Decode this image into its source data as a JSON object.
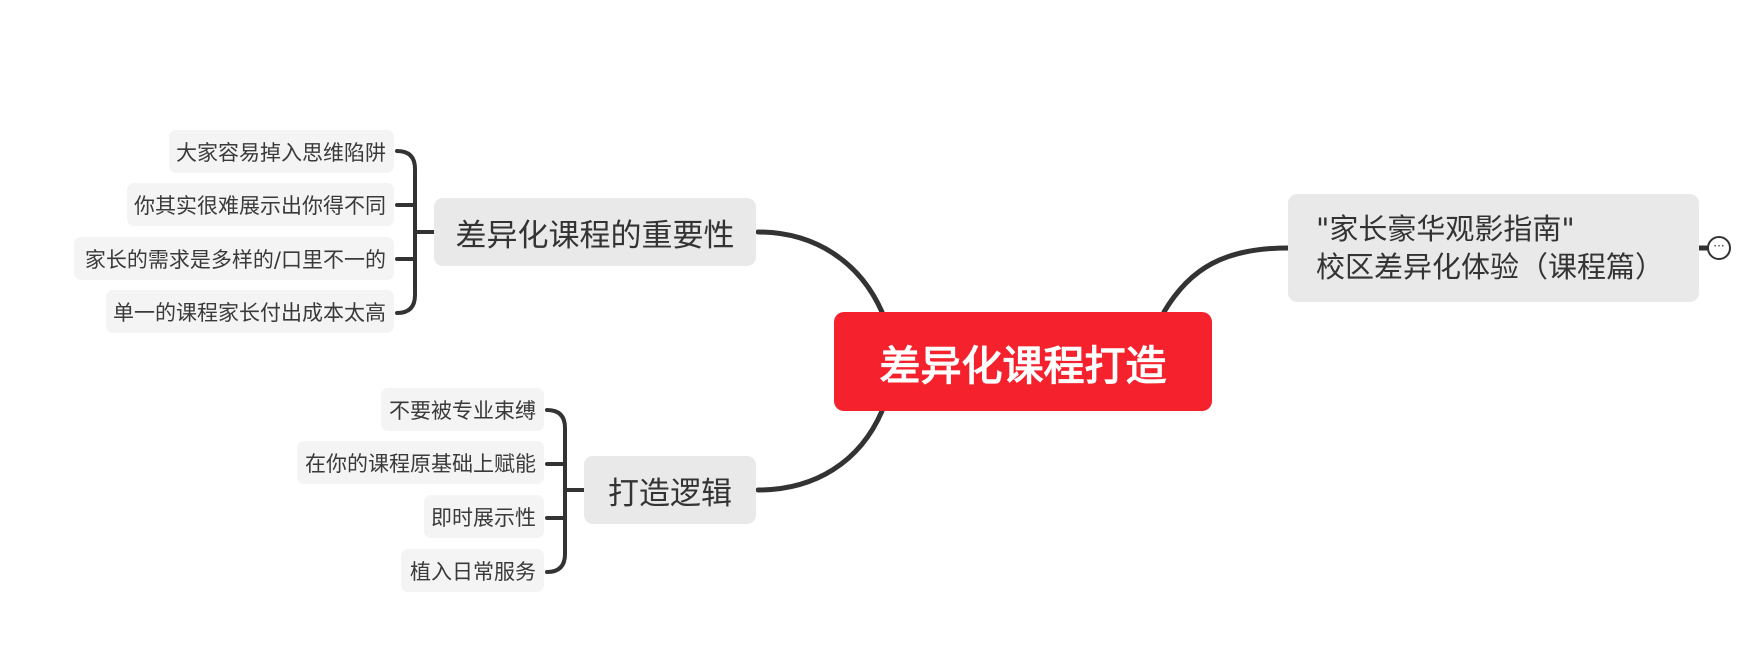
{
  "root": {
    "label": "差异化课程打造"
  },
  "branches": {
    "importance": {
      "label": "差异化课程的重要性",
      "children": [
        "大家容易掉入思维陷阱",
        "你其实很难展示出你得不同",
        "家长的需求是多样的/口里不一的",
        "单一的课程家长付出成本太高"
      ]
    },
    "logic": {
      "label": "打造逻辑",
      "children": [
        "不要被专业束缚",
        "在你的课程原基础上赋能",
        "即时展示性",
        "植入日常服务"
      ]
    },
    "guide": {
      "line1": "\"家长豪华观影指南\"",
      "line2": "校区差异化体验（课程篇）",
      "collapse_icon": "ellipsis-icon",
      "collapse_glyph": "···"
    }
  },
  "colors": {
    "root_fill": "#f5222d",
    "main_fill": "#e9e9e9",
    "leaf_fill": "#f4f4f4",
    "connector": "#333333"
  }
}
